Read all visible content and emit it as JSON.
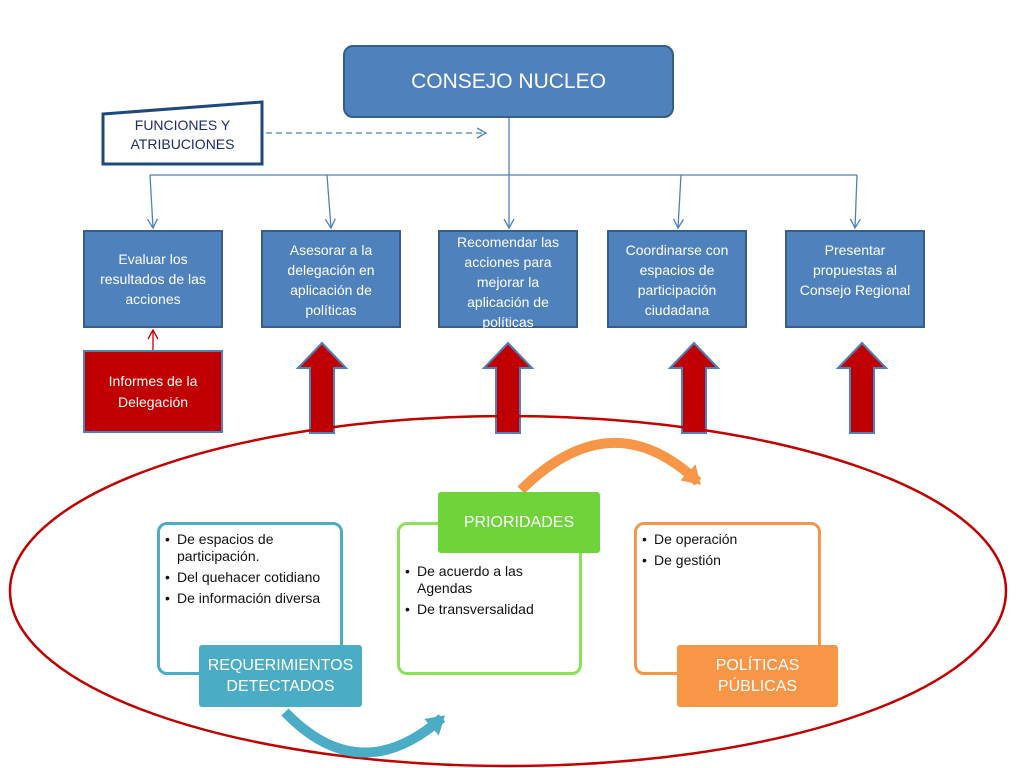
{
  "consejo": {
    "title": "CONSEJO NUCLEO"
  },
  "funciones": {
    "line1": "FUNCIONES Y",
    "line2": "ATRIBUCIONES"
  },
  "functions": [
    "Evaluar los resultados de las acciones",
    "Asesorar a la delegación en aplicación de políticas",
    "Recomendar las acciones para mejorar la aplicación de políticas",
    "Coordinarse con espacios de participación ciudadana",
    "Presentar propuestas al Consejo Regional"
  ],
  "informes": {
    "label": "Informes de la Delegación"
  },
  "requerimientos": {
    "title_line1": "REQUERIMIENTOS",
    "title_line2": "DETECTADOS",
    "items": [
      "De espacios de participación.",
      "Del quehacer cotidiano",
      "De información diversa"
    ]
  },
  "prioridades": {
    "title": "PRIORIDADES",
    "items": [
      "De acuerdo a las Agendas",
      "De transversalidad"
    ]
  },
  "politicas": {
    "title_line1": "POLÍTICAS",
    "title_line2": "PÚBLICAS",
    "items": [
      "De operación",
      "De gestión"
    ]
  },
  "colors": {
    "blue": "#4f81bd",
    "blue_border": "#385d8a",
    "red": "#c00000",
    "ellipse": "#c00000",
    "teal": "#4bacc6",
    "green": "#6fd33a",
    "orange": "#f79646"
  }
}
